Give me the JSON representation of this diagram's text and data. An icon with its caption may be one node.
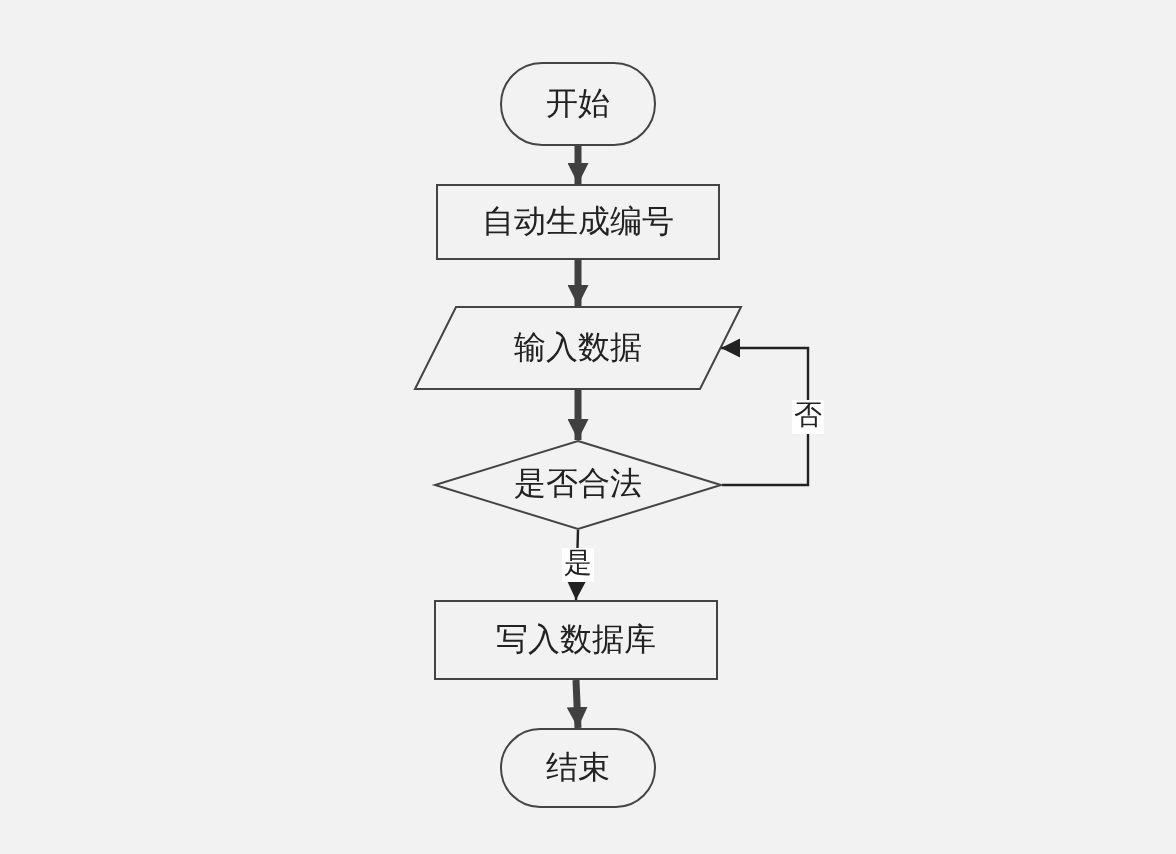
{
  "diagram": {
    "nodes": [
      {
        "text": [
          "开始"
        ]
      },
      {
        "text": [
          "自动生成编号"
        ]
      },
      {
        "text": [
          "输入数据"
        ]
      },
      {
        "text": [
          "是否合法"
        ]
      },
      {
        "text": [
          "写入数据库"
        ]
      },
      {
        "text": [
          "结束"
        ]
      }
    ],
    "edges": [
      {
        "from": 0,
        "to": 1,
        "arrow": "to"
      },
      {
        "from": 1,
        "to": 2,
        "arrow": "to"
      },
      {
        "from": 2,
        "to": 3,
        "arrow": "to"
      },
      {
        "from": 3,
        "to": 4,
        "arrow": "to",
        "label": "是"
      },
      {
        "from": 4,
        "to": 5,
        "arrow": "to"
      },
      {
        "from": 3,
        "to": 2,
        "arrow": "to",
        "label": "否"
      }
    ]
  }
}
